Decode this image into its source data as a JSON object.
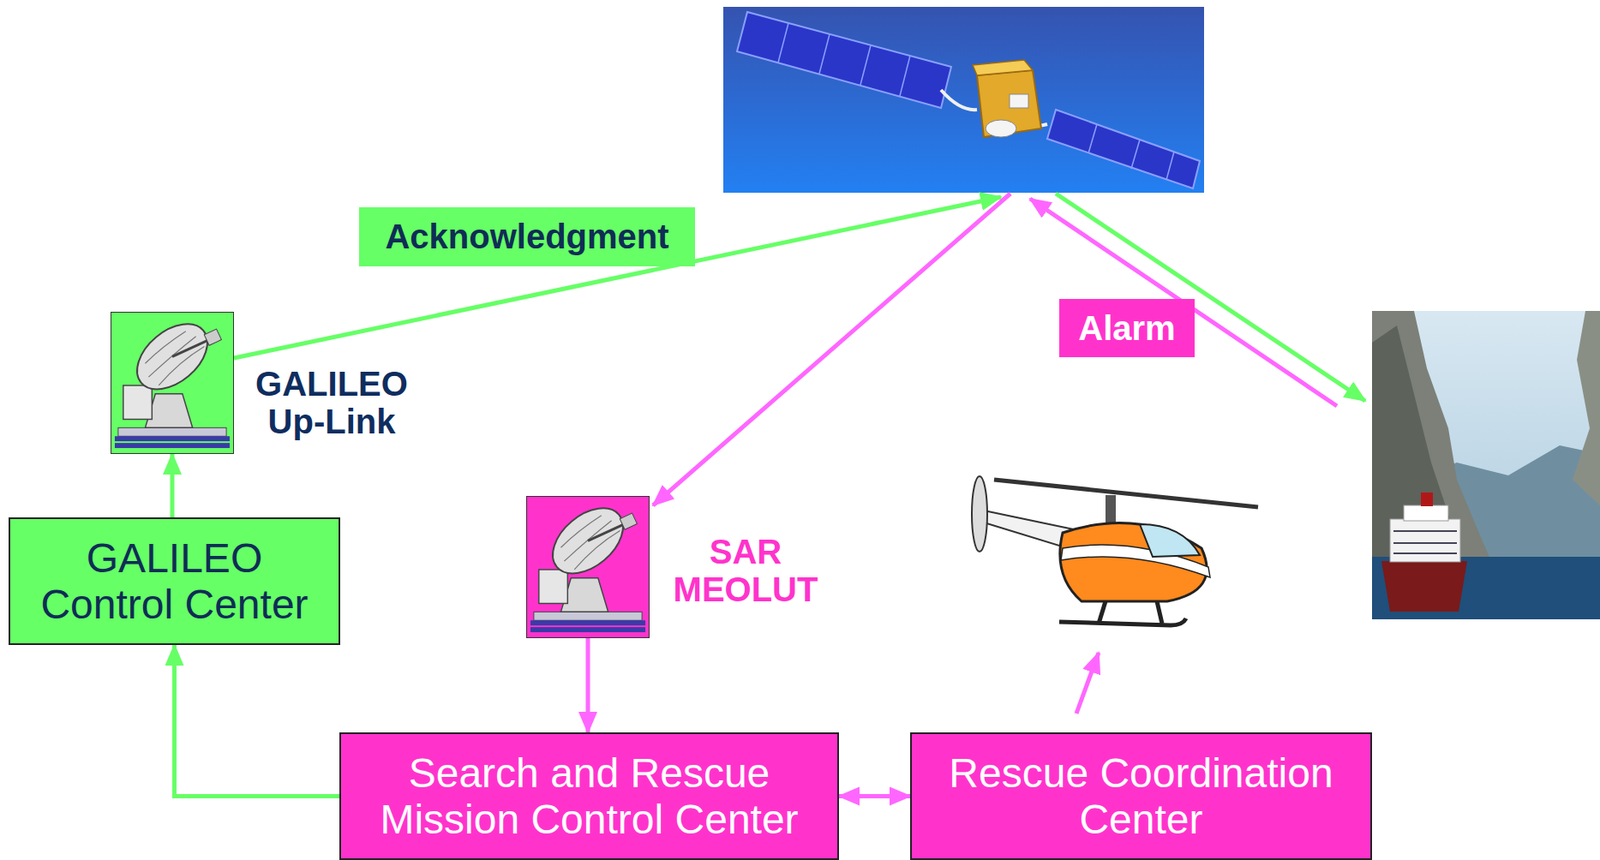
{
  "diagram": {
    "nodes": [
      {
        "text": [
          "GALILEO Up-Link"
        ]
      },
      {
        "text": [
          "GALILEO Control Center"
        ]
      },
      {
        "text": [
          "SAR MEOLUT"
        ]
      },
      {
        "text": [
          "Search and Rescue Mission Control Center"
        ]
      },
      {
        "text": [
          "Rescue Coordination Center"
        ]
      }
    ],
    "edges": [
      {
        "from": 1,
        "to": 0,
        "arrow": "to"
      },
      {
        "from": 2,
        "to": 3,
        "arrow": "to"
      },
      {
        "from": 3,
        "to": 1,
        "arrow": "to"
      },
      {
        "from": 3,
        "to": 4,
        "arrow": "both"
      }
    ],
    "labels": [
      "Acknowledgment",
      "Alarm"
    ]
  }
}
